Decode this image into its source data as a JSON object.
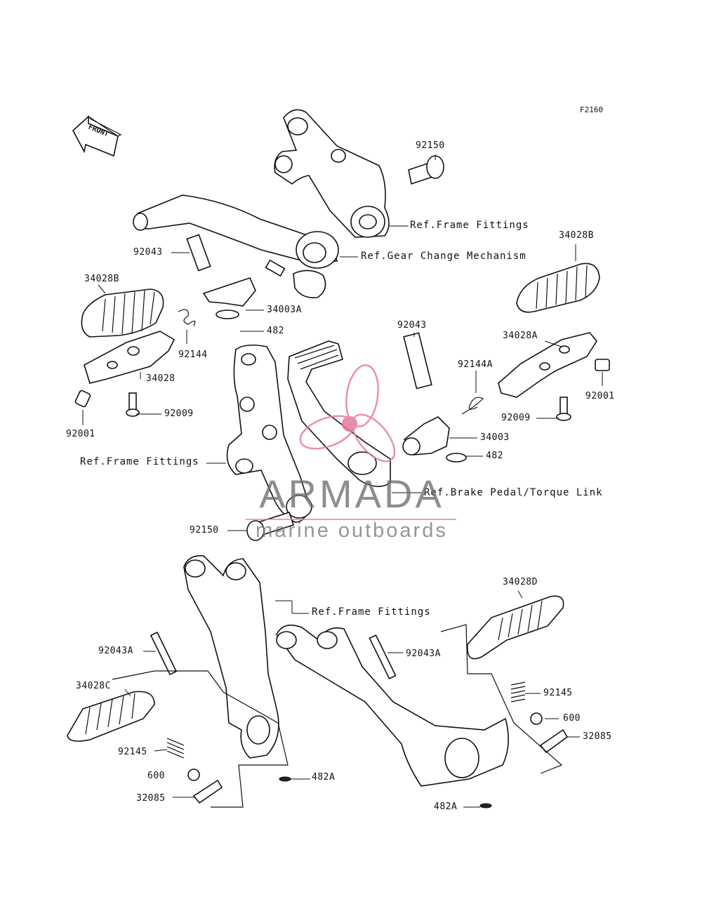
{
  "figure_id": "F2160",
  "front_arrow_label": "FRONT",
  "watermark": {
    "brand": "ARMADA",
    "tagline": "marine outboards",
    "accent_color": "#e27aa0",
    "text_color": "#6e6e6e"
  },
  "references": {
    "frame_fittings_top": "Ref.Frame Fittings",
    "gear_change": "Ref.Gear Change Mechanism",
    "frame_fittings_mid": "Ref.Frame Fittings",
    "brake_pedal": "Ref.Brake Pedal/Torque Link",
    "frame_fittings_low": "Ref.Frame Fittings"
  },
  "parts": {
    "p92150_top": "92150",
    "p92043_left": "92043",
    "p34028B_left": "34028B",
    "p34003A": "34003A",
    "p482_left": "482",
    "p92144": "92144",
    "p34028": "34028",
    "p92009_left": "92009",
    "p92001_left": "92001",
    "p34028B_right": "34028B",
    "p34028A": "34028A",
    "p92001_right": "92001",
    "p92009_right": "92009",
    "p92043_mid": "92043",
    "p92144A": "92144A",
    "p34003": "34003",
    "p482_right": "482",
    "p92150_bottom": "92150",
    "p34028D": "34028D",
    "p92043A_left": "92043A",
    "p92043A_right": "92043A",
    "p34028C": "34028C",
    "p92145_right": "92145",
    "p600_right": "600",
    "p32085_right": "32085",
    "p92145_left": "92145",
    "p600_left": "600",
    "p32085_left": "32085",
    "p482A_mid": "482A",
    "p482A_bottom": "482A"
  }
}
